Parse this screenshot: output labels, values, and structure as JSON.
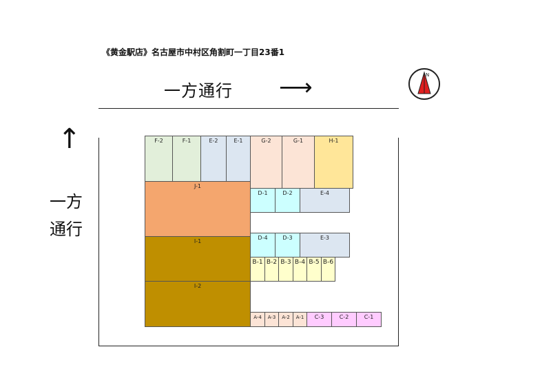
{
  "address": "《黄金駅店》名古屋市中村区角割町一丁目23番1",
  "street_horizontal": "一方通行",
  "street_vertical_line1": "一方",
  "street_vertical_line2": "通行",
  "arrow_right": "⟶",
  "arrow_up": "↑",
  "compass_label": "N",
  "colors": {
    "green": "#e2efda",
    "blue": "#dce6f1",
    "peach": "#fce4d6",
    "yellow": "#ffe699",
    "orange": "#f4a66e",
    "brown": "#bf8f00",
    "cyan": "#ccffff",
    "lightyellow": "#ffffcc",
    "pink": "#ffccff"
  },
  "spaces": {
    "F2": "F-2",
    "F1": "F-1",
    "E2": "E-2",
    "E1": "E-1",
    "G2": "G-2",
    "G1": "G-1",
    "H1": "H-1",
    "J1": "J-1",
    "D1": "D-1",
    "D2": "D-2",
    "E4": "E-4",
    "I1": "I-1",
    "D4": "D-4",
    "D3": "D-3",
    "E3": "E-3",
    "B1": "B-1",
    "B2": "B-2",
    "B3": "B-3",
    "B4": "B-4",
    "B5": "B-5",
    "B6": "B-6",
    "I2": "I-2",
    "A4": "A-4",
    "A3": "A-3",
    "A2": "A-2",
    "A1": "A-1",
    "C3": "C-3",
    "C2": "C-2",
    "C1": "C-1"
  }
}
